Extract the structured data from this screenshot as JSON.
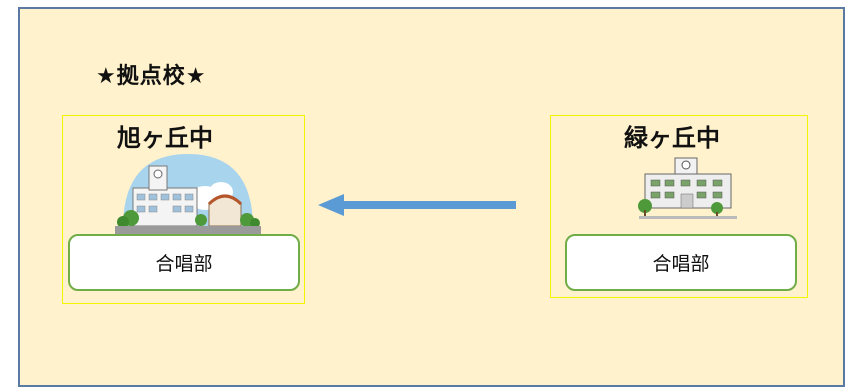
{
  "diagram": {
    "hub_title": "★拠点校★",
    "schools": [
      {
        "name": "旭ヶ丘中",
        "club": "合唱部",
        "role": "hub"
      },
      {
        "name": "緑ヶ丘中",
        "club": "合唱部",
        "role": "member"
      }
    ],
    "arrow_direction": "right-to-left",
    "colors": {
      "panel_background": "#fff2cc",
      "panel_border": "#5a7aa3",
      "school_frame": "#f5f500",
      "club_border": "#70ad47",
      "arrow": "#5b9bd5"
    },
    "icons": [
      "school-building-illustration",
      "school-building-illustration"
    ]
  }
}
